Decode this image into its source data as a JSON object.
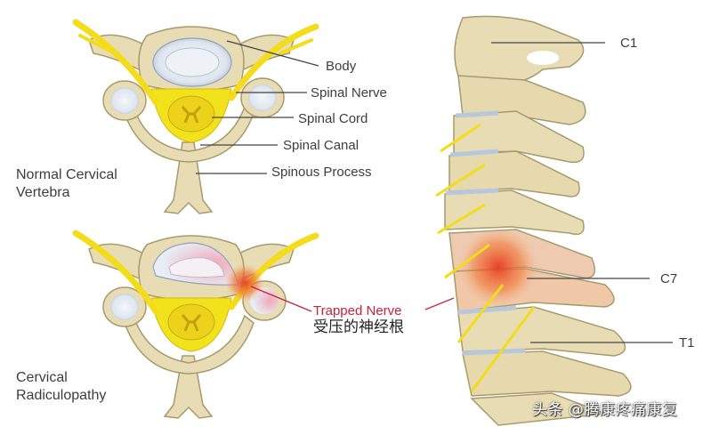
{
  "figure": {
    "top_panel": {
      "caption_line1": "Normal Cervical",
      "caption_line2": "Vertebra",
      "labels": [
        "Body",
        "Spinal Nerve",
        "Spinal Cord",
        "Spinal Canal",
        "Spinous Process"
      ]
    },
    "bottom_panel": {
      "caption_line1": "Cervical",
      "caption_line2": "Radiculopathy",
      "trapped_label": "Trapped Nerve",
      "trapped_label_cn": "受压的神经根"
    },
    "side_view": {
      "labels": [
        "C1",
        "C7",
        "T1"
      ]
    },
    "watermark": "头条 @腾康疼痛康复",
    "colors": {
      "bone": "#e8dcb4",
      "bone_outline": "#a89a6c",
      "nerve": "#f2dc1c",
      "disc": "#c9d6e3",
      "inflamed": "#e8542a",
      "label_line": "#444444",
      "trapped_red": "#c8223a"
    }
  }
}
